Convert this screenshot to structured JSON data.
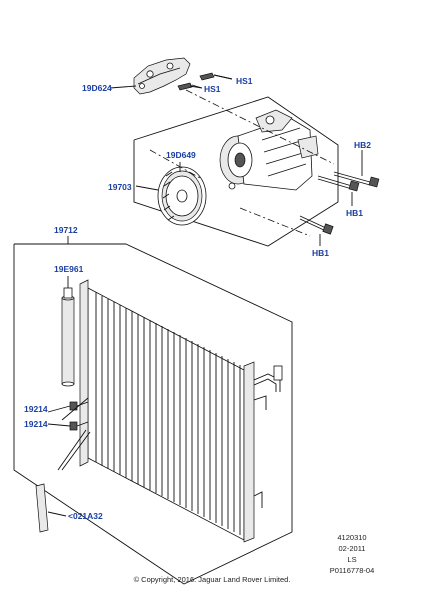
{
  "callouts": {
    "hs1_top": "HS1",
    "hs1_bottom": "HS1",
    "d624": "19D624",
    "d649": "19D649",
    "c703": "19703",
    "hb2": "HB2",
    "hb1_right": "HB1",
    "hb1_bottom": "HB1",
    "c712": "19712",
    "e961": "19E961",
    "c214_top": "19214",
    "c214_bottom": "19214",
    "a32": "<021A32"
  },
  "reference": {
    "code": "4120310",
    "date": "02-2011",
    "variant": "LS",
    "part_id": "P0116778-04"
  },
  "copyright": "© Copyright, 2016. Jaguar Land Rover Limited."
}
